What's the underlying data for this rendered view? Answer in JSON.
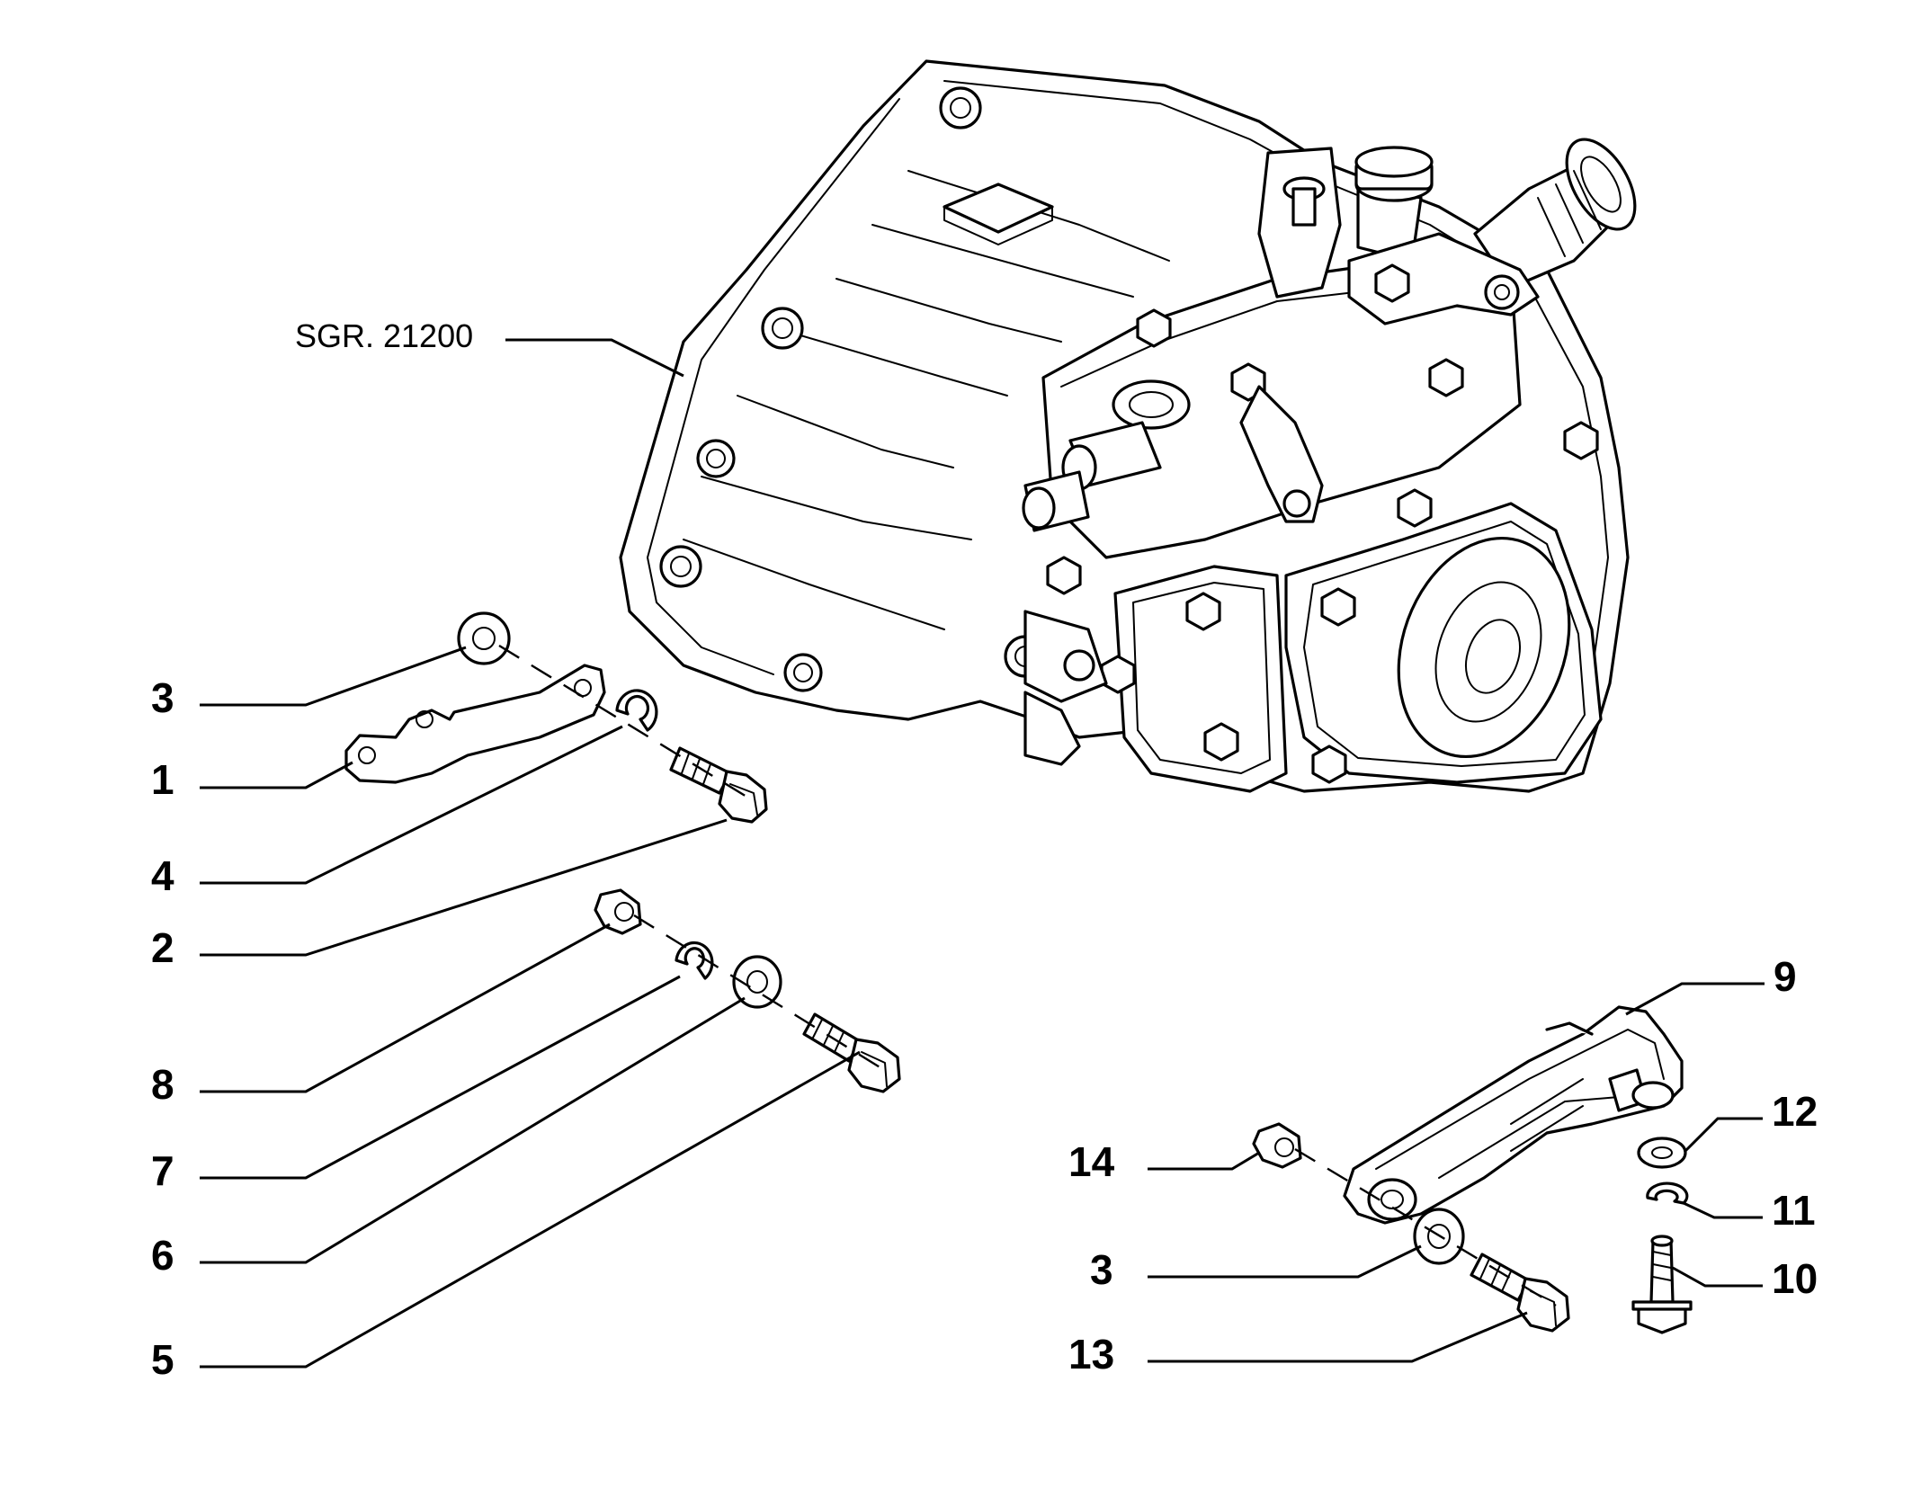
{
  "diagram": {
    "reference_label": "SGR. 21200",
    "callouts": {
      "c3_top": "3",
      "c1": "1",
      "c4": "4",
      "c2": "2",
      "c8": "8",
      "c7": "7",
      "c6": "6",
      "c5": "5",
      "c9": "9",
      "c12": "12",
      "c14": "14",
      "c11": "11",
      "c10": "10",
      "c3_bottom": "3",
      "c13": "13"
    }
  }
}
